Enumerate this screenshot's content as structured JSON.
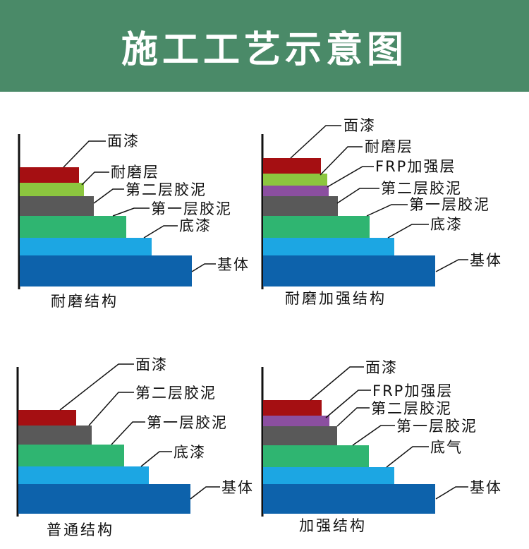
{
  "header": {
    "title": "施工工艺示意图"
  },
  "colors": {
    "header_bg": "#4a8a68",
    "topcoat": "#a50f12",
    "wear": "#8cc63f",
    "frp": "#8b4fa0",
    "second": "#595959",
    "first": "#2fb571",
    "primer": "#1ca6e3",
    "base": "#0d62ab",
    "axis": "#111111"
  },
  "diagrams": [
    {
      "caption": "耐磨结构",
      "layers": [
        {
          "label": "面漆",
          "color": "topcoat"
        },
        {
          "label": "耐磨层",
          "color": "wear"
        },
        {
          "label": "第二层胶泥",
          "color": "second"
        },
        {
          "label": "第一层胶泥",
          "color": "first"
        },
        {
          "label": "底漆",
          "color": "primer"
        },
        {
          "label": "基体",
          "color": "base"
        }
      ]
    },
    {
      "caption": "耐磨加强结构",
      "layers": [
        {
          "label": "面漆",
          "color": "topcoat"
        },
        {
          "label": "耐磨层",
          "color": "wear"
        },
        {
          "label": "FRP加强层",
          "color": "frp"
        },
        {
          "label": "第二层胶泥",
          "color": "second"
        },
        {
          "label": "第一层胶泥",
          "color": "first"
        },
        {
          "label": "底漆",
          "color": "primer"
        },
        {
          "label": "基体",
          "color": "base"
        }
      ]
    },
    {
      "caption": "普通结构",
      "layers": [
        {
          "label": "面漆",
          "color": "topcoat"
        },
        {
          "label": "第二层胶泥",
          "color": "second"
        },
        {
          "label": "第一层胶泥",
          "color": "first"
        },
        {
          "label": "底漆",
          "color": "primer"
        },
        {
          "label": "基体",
          "color": "base"
        }
      ]
    },
    {
      "caption": "加强结构",
      "layers": [
        {
          "label": "面漆",
          "color": "topcoat"
        },
        {
          "label": "FRP加强层",
          "color": "frp"
        },
        {
          "label": "第二层胶泥",
          "color": "second"
        },
        {
          "label": "第一层胶泥",
          "color": "first"
        },
        {
          "label": "底气",
          "color": "primer"
        },
        {
          "label": "基体",
          "color": "base"
        }
      ]
    }
  ]
}
